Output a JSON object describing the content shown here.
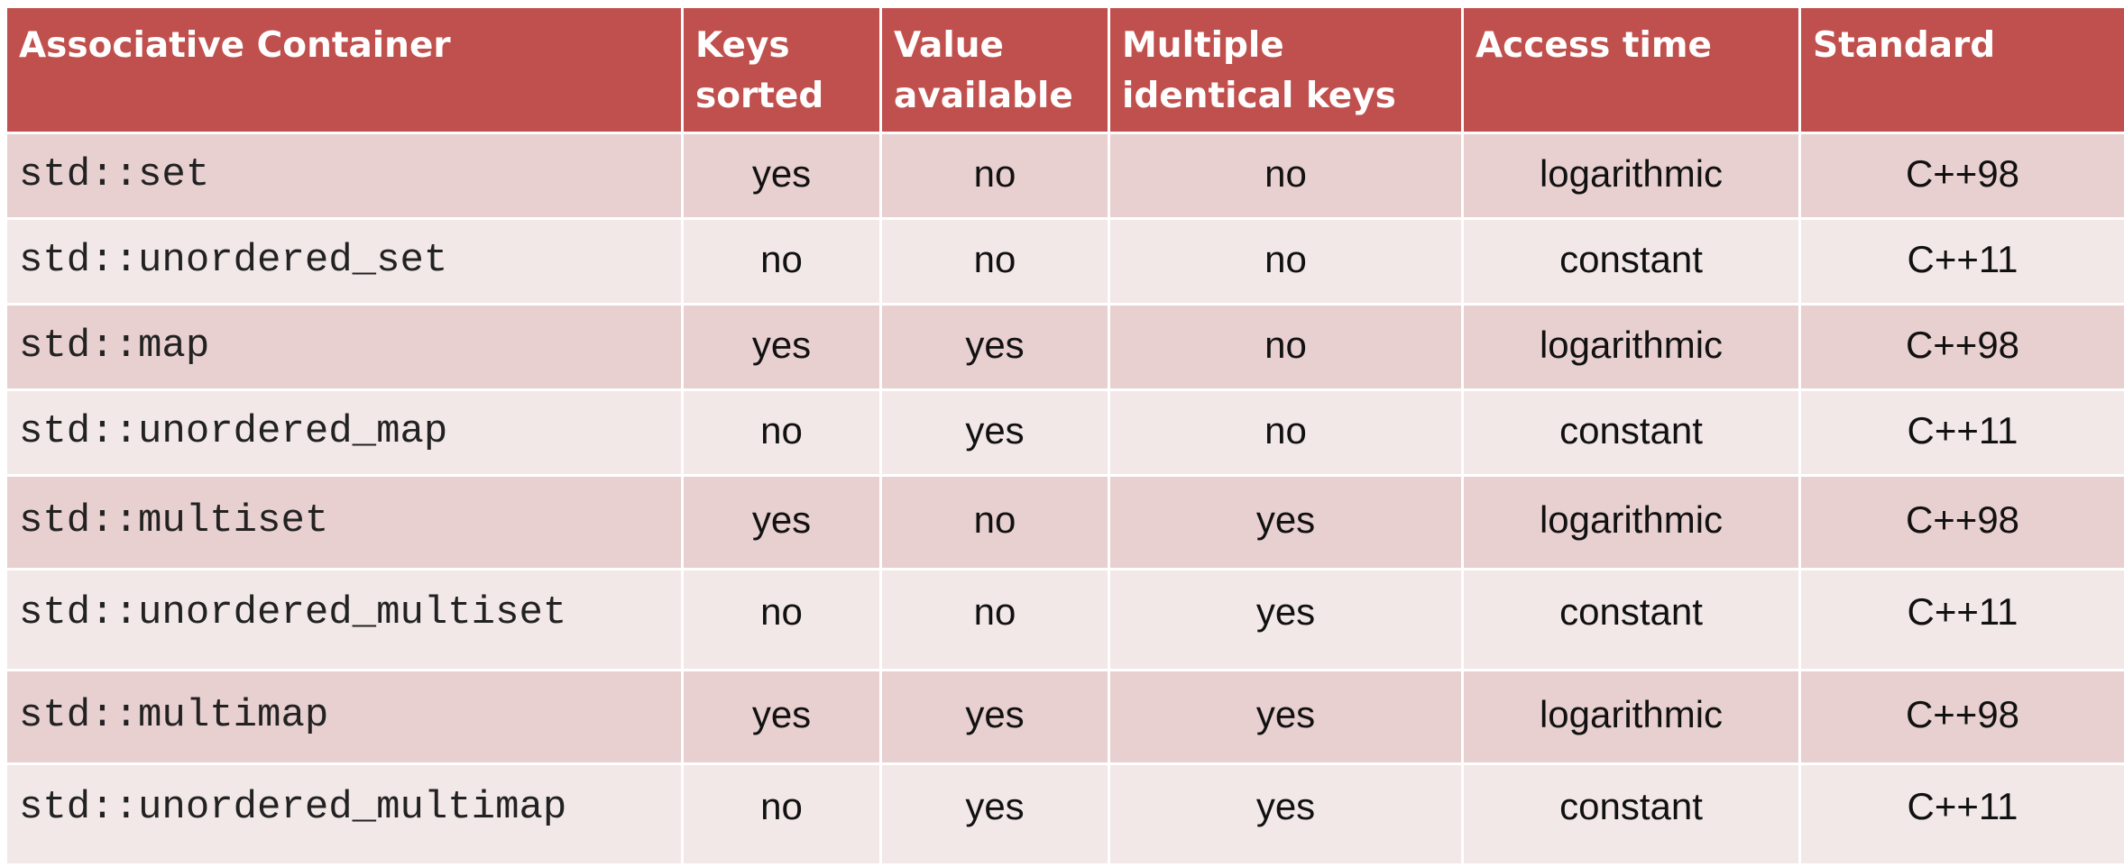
{
  "headers": [
    "Associative Container",
    "Keys sorted",
    "Value available",
    "Multiple identical keys",
    "Access time",
    "Standard"
  ],
  "rows": [
    [
      "std::set",
      "yes",
      "no",
      "no",
      "logarithmic",
      "C++98"
    ],
    [
      "std::unordered_set",
      "no",
      "no",
      "no",
      "constant",
      "C++11"
    ],
    [
      "std::map",
      "yes",
      "yes",
      "no",
      "logarithmic",
      "C++98"
    ],
    [
      "std::unordered_map",
      "no",
      "yes",
      "no",
      "constant",
      "C++11"
    ],
    [
      "std::multiset",
      "yes",
      "no",
      "yes",
      "logarithmic",
      "C++98"
    ],
    [
      "std::unordered_multiset",
      "no",
      "no",
      "yes",
      "constant",
      "C++11"
    ],
    [
      "std::multimap",
      "yes",
      "yes",
      "yes",
      "logarithmic",
      "C++98"
    ],
    [
      "std::unordered_multimap",
      "no",
      "yes",
      "yes",
      "constant",
      "C++11"
    ]
  ],
  "colors": {
    "header_bg": "#c0504d",
    "header_text": "#ffffff",
    "row_odd_bg": "#e8cfd0",
    "row_even_bg": "#f3e8e8"
  }
}
